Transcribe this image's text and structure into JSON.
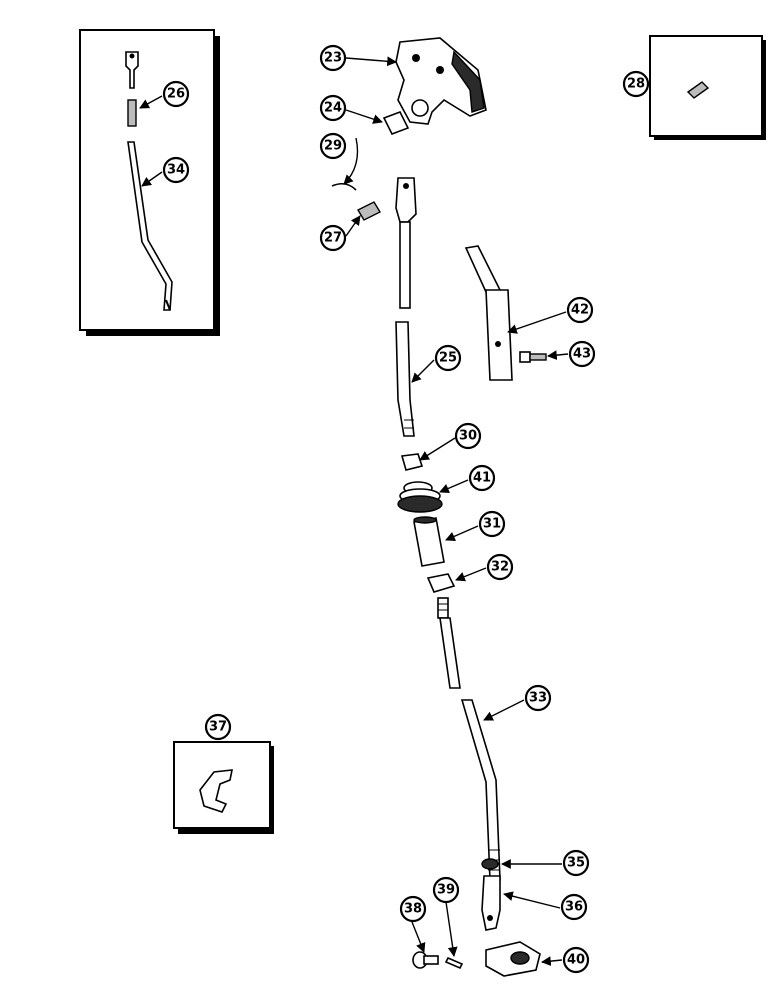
{
  "diagram": {
    "callouts": [
      "23",
      "24",
      "25",
      "26",
      "27",
      "28",
      "29",
      "30",
      "31",
      "32",
      "33",
      "34",
      "35",
      "36",
      "37",
      "38",
      "39",
      "40",
      "41",
      "42",
      "43"
    ]
  }
}
